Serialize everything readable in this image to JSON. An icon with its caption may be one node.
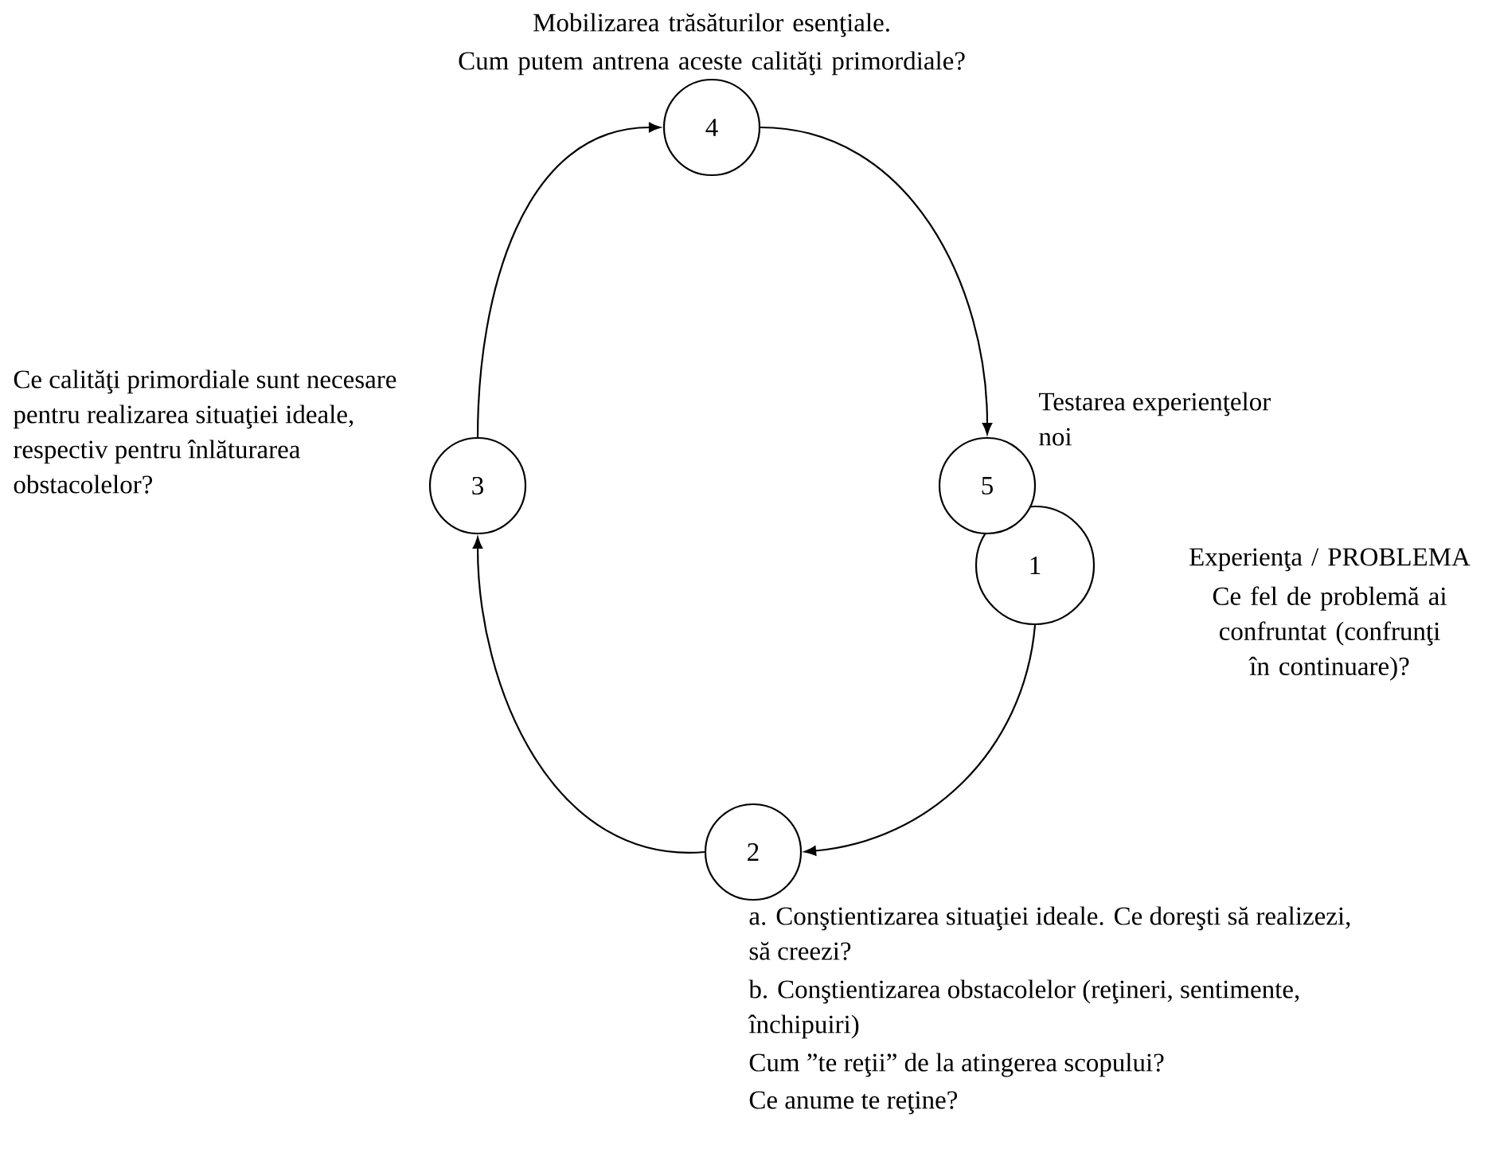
{
  "diagram": {
    "nodes": [
      {
        "text": [
          "4"
        ],
        "beside": [
          "Mobilizarea trăsăturilor esenţiale.",
          "Cum putem antrena aceste calităţi primordiale?"
        ]
      },
      {
        "text": [
          "3"
        ],
        "beside": [
          "Ce calităţi primordiale sunt necesare pentru realizarea situaţiei ideale, respectiv pentru înlăturarea obstacolelor?"
        ]
      },
      {
        "text": [
          "5"
        ],
        "beside": [
          "Testarea experienţelor noi"
        ]
      },
      {
        "text": [
          "1"
        ],
        "beside": [
          "Experienţa / PROBLEMA",
          "Ce fel de problemă ai confruntat (confrunţi în continuare)?"
        ]
      },
      {
        "text": [
          "2"
        ],
        "beside": [
          "a. Conştientizarea situaţiei ideale. Ce doreşti să realizezi, să creezi?",
          "b. Conştientizarea obstacolelor (reţineri, sentimente, închipuiri)",
          "Cum ”te reţii” de la atingerea scopului?",
          "Ce anume te reţine?"
        ]
      }
    ],
    "edges": [
      {
        "from": 3,
        "to": 4,
        "arrow": "to"
      },
      {
        "from": 4,
        "to": 1,
        "arrow": "to"
      },
      {
        "from": 1,
        "to": 0,
        "arrow": "to"
      },
      {
        "from": 0,
        "to": 2,
        "arrow": "to"
      }
    ]
  }
}
